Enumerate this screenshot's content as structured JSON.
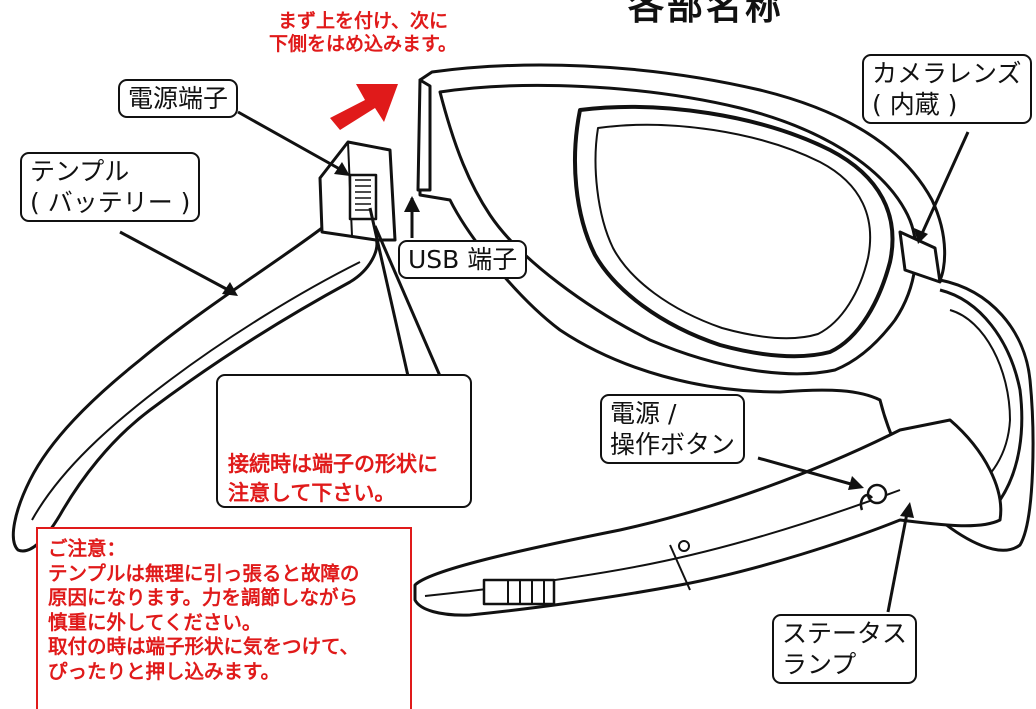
{
  "title": "各部名称",
  "insert_note": [
    "まず上を付け、次に",
    "下側をはめ込みます。"
  ],
  "labels": {
    "power_terminal": "電源端子",
    "temple": [
      "テンプル",
      "( バッテリー )"
    ],
    "usb_terminal": "USB 端子",
    "camera_lens": [
      "カメラレンズ",
      "( 内蔵 )"
    ],
    "power_button": [
      "電源 /",
      "操作ボタン"
    ],
    "status_lamp": [
      "ステータス",
      "ランプ"
    ]
  },
  "connector_warning": [
    "接続時は端子の形状に",
    "注意して下さい。"
  ],
  "caution": {
    "heading": "ご注意：",
    "lines": [
      "テンプルは無理に引っ張ると故障の",
      "原因になります。力を調節しながら",
      "慎重に外してください。",
      "取付の時は端子形状に気をつけて、",
      "ぴったりと押し込みます。"
    ]
  },
  "colors": {
    "accent_red": "#e01a1a",
    "line": "#111111"
  }
}
